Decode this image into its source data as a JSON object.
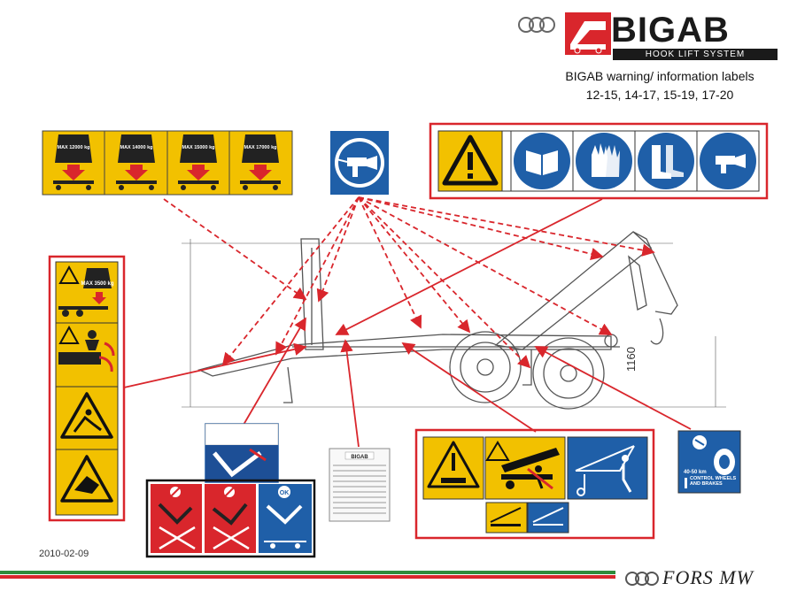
{
  "brand": {
    "name": "BIGAB",
    "tagline": "HOOK LIFT SYSTEM",
    "logo_color": "#d9262c"
  },
  "subtitle": {
    "line1": "BIGAB warning/ information labels",
    "line2": "12-15, 14-17, 15-19, 17-20"
  },
  "date": "2010-02-09",
  "footer_brand": "FORS MW",
  "dimension_label": "1160",
  "labels": {
    "max_loads": [
      "MAX 12000 kg",
      "MAX 14000 kg",
      "MAX 15000 kg",
      "MAX 17000 kg"
    ],
    "max_small": "MAX 3500 kg",
    "speed": "40-50 km",
    "control": "CONTROL WHEELS AND BRAKES",
    "ok": "OK"
  },
  "colors": {
    "red_frame": "#d9262c",
    "warning_yellow": "#f2c100",
    "mandatory_blue": "#1f5fa8",
    "dark_blue": "#1d4f96"
  }
}
